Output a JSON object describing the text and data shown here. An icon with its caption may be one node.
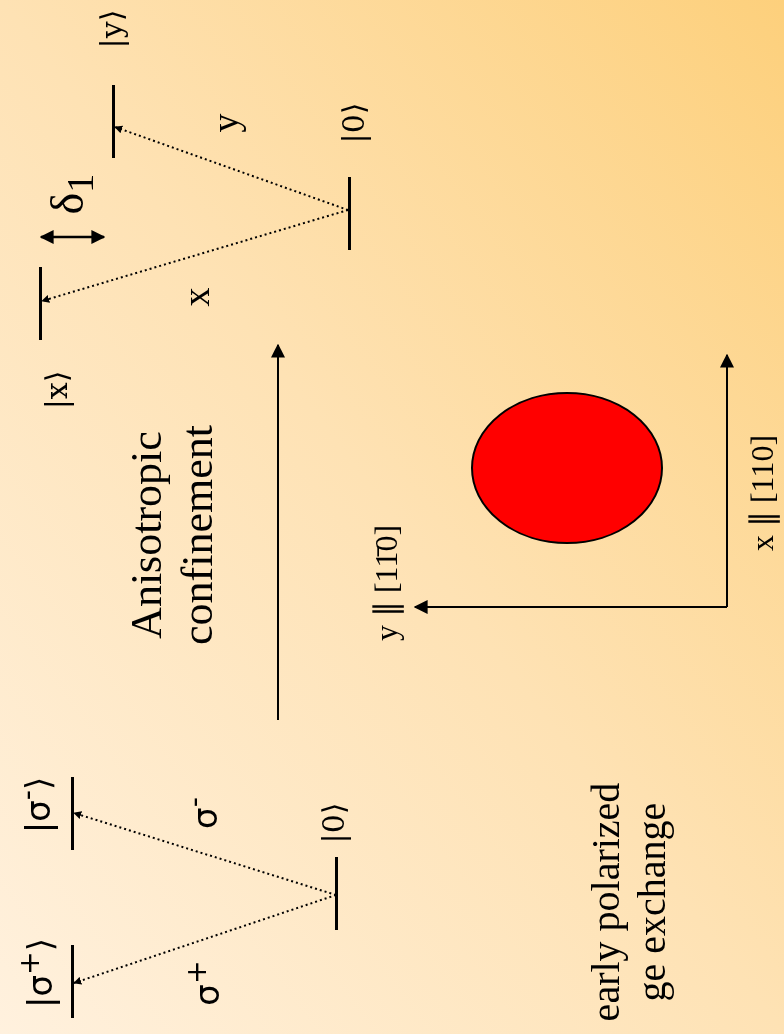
{
  "diagram": {
    "nodes": [
      {
        "text": [
          "|σ$^{+}$⟩"
        ]
      },
      {
        "text": [
          "|σ$^{-}$⟩"
        ]
      },
      {
        "text": [
          "|0⟩"
        ]
      },
      {
        "text": [
          "|x⟩"
        ]
      },
      {
        "text": [
          "|y⟩"
        ]
      },
      {
        "text": [
          "|0⟩"
        ]
      },
      {
        "text": [],
        "shape": "ellipse"
      }
    ],
    "edges": [
      {
        "from": 2,
        "to": 0,
        "arrow": "to",
        "label": "σ$^{+}$"
      },
      {
        "from": 2,
        "to": 1,
        "arrow": "to",
        "label": "σ$^{-}$"
      },
      {
        "from": 5,
        "to": 3,
        "arrow": "to",
        "label": "x"
      },
      {
        "from": 5,
        "to": 4,
        "arrow": "to",
        "label": "y"
      }
    ],
    "labels": [
      "Anisotropic confinement",
      "δ$_{1}$",
      "y ∥ [11̄0]",
      "x ∥ [110]",
      "early polarized ge exchange"
    ]
  }
}
